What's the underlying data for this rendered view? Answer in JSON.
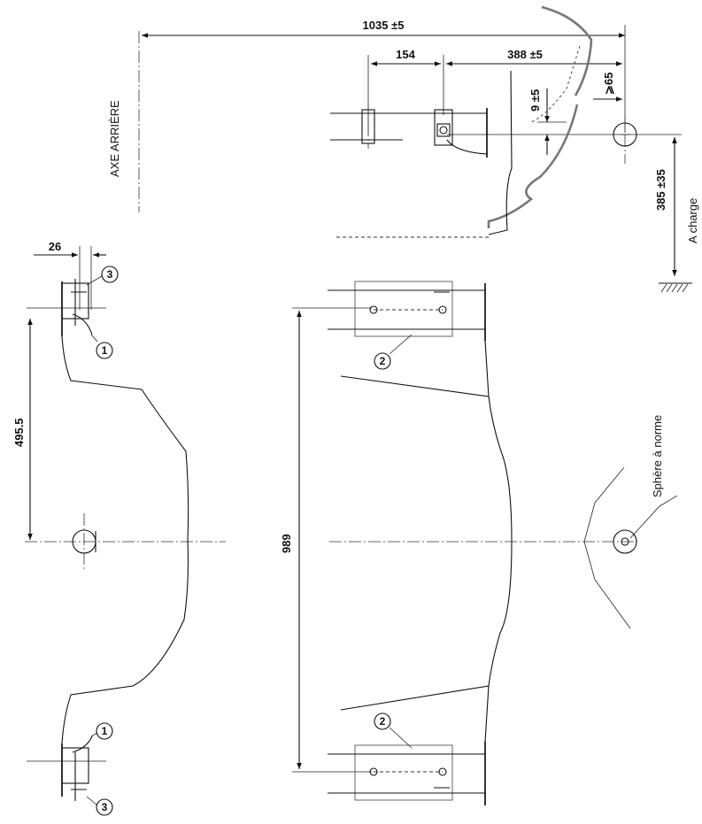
{
  "dimensions": {
    "overall_length": "1035 ±5",
    "bracket_spacing": "154",
    "rear_offset": "388 ±5",
    "min_clearance": "⩾65",
    "vertical_offset": "9 ±5",
    "height_loaded": "385 ±35",
    "side_width": "26",
    "half_width": "495.5",
    "full_width": "989"
  },
  "labels": {
    "rear_axle": "AXE ARRIÈRE",
    "loaded": "A charge",
    "standard_sphere": "Sphère à norme"
  },
  "callouts": [
    "1",
    "2",
    "3"
  ]
}
